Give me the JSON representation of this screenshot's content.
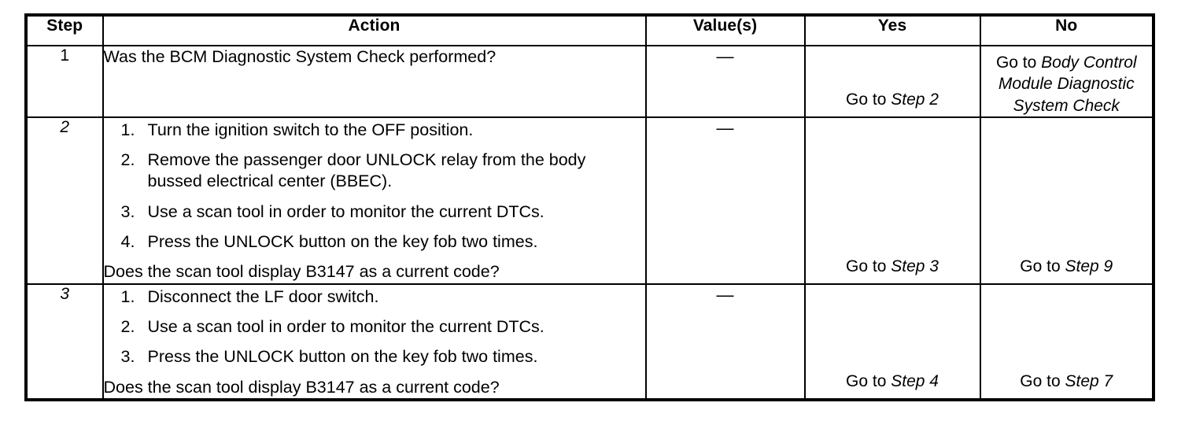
{
  "table": {
    "headers": [
      "Step",
      "Action",
      "Value(s)",
      "Yes",
      "No"
    ],
    "rows": [
      {
        "step": "1",
        "step_italic": false,
        "action": {
          "lead": "Was the BCM Diagnostic System Check performed?",
          "items": [],
          "tail": ""
        },
        "value": "—",
        "yes": {
          "prefix": "Go to ",
          "ref": "Step 2",
          "align": "bottom"
        },
        "no": {
          "prefix": "Go to ",
          "ref": "Body Control Module Diagnostic System Check",
          "align": "top"
        }
      },
      {
        "step": "2",
        "step_italic": true,
        "action": {
          "lead": "",
          "items": [
            "Turn the ignition switch to the OFF position.",
            "Remove the passenger door UNLOCK relay from the body bussed electrical center (BBEC).",
            "Use a scan tool in order to monitor the current DTCs.",
            "Press the UNLOCK button on the key fob two times."
          ],
          "tail": "Does the scan tool display B3147 as a current code?"
        },
        "value": "—",
        "yes": {
          "prefix": "Go to ",
          "ref": "Step 3",
          "align": "bottom"
        },
        "no": {
          "prefix": "Go to ",
          "ref": "Step 9",
          "align": "bottom"
        }
      },
      {
        "step": "3",
        "step_italic": true,
        "action": {
          "lead": "",
          "items": [
            "Disconnect the LF door switch.",
            "Use a scan tool in order to monitor the current DTCs.",
            "Press the UNLOCK button on the key fob two times."
          ],
          "tail": "Does the scan tool display B3147 as a current code?"
        },
        "value": "—",
        "yes": {
          "prefix": "Go to ",
          "ref": "Step 4",
          "align": "bottom"
        },
        "no": {
          "prefix": "Go to ",
          "ref": "Step 7",
          "align": "bottom"
        }
      }
    ]
  },
  "colors": {
    "ink": "#000000",
    "paper": "#ffffff"
  }
}
